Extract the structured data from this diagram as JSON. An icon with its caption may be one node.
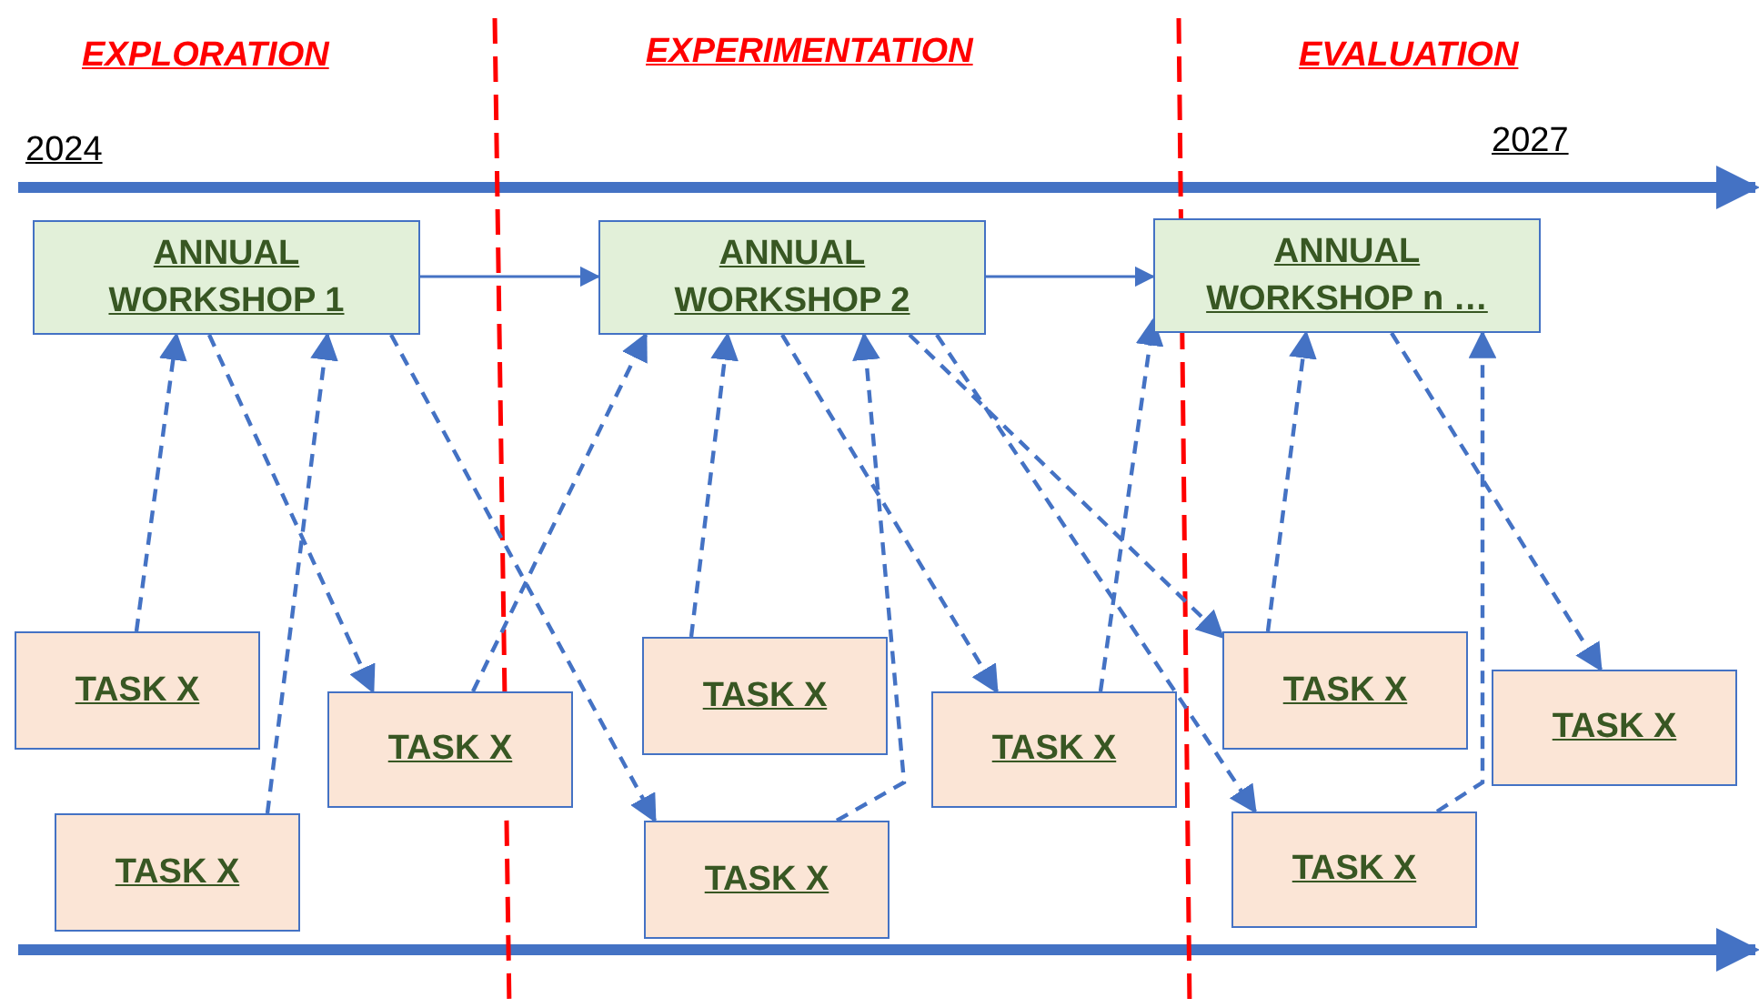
{
  "diagram": {
    "nodes": [
      {
        "text": [
          "ANNUAL WORKSHOP 1"
        ]
      },
      {
        "text": [
          "ANNUAL WORKSHOP 2"
        ]
      },
      {
        "text": [
          "ANNUAL WORKSHOP n …"
        ]
      },
      {
        "text": [
          "TASK X"
        ]
      },
      {
        "text": [
          "TASK X"
        ]
      },
      {
        "text": [
          "TASK X"
        ]
      },
      {
        "text": [
          "TASK X"
        ]
      },
      {
        "text": [
          "TASK X"
        ]
      },
      {
        "text": [
          "TASK X"
        ]
      },
      {
        "text": [
          "TASK X"
        ]
      },
      {
        "text": [
          "TASK X"
        ]
      },
      {
        "text": [
          "TASK X"
        ]
      }
    ],
    "edges": [
      {
        "from": 0,
        "to": 1,
        "arrow": "to"
      },
      {
        "from": 1,
        "to": 2,
        "arrow": "to"
      },
      {
        "from": 3,
        "to": 0,
        "arrow": "to",
        "style": "dashed"
      },
      {
        "from": 0,
        "to": 5,
        "arrow": "to",
        "style": "dashed"
      },
      {
        "from": 4,
        "to": 0,
        "arrow": "to",
        "style": "dashed"
      },
      {
        "from": 0,
        "to": 7,
        "arrow": "to",
        "style": "dashed"
      },
      {
        "from": 5,
        "to": 1,
        "arrow": "to",
        "style": "dashed"
      },
      {
        "from": 6,
        "to": 1,
        "arrow": "to",
        "style": "dashed"
      },
      {
        "from": 1,
        "to": 8,
        "arrow": "to",
        "style": "dashed"
      },
      {
        "from": 7,
        "to": 1,
        "arrow": "to",
        "style": "dashed"
      },
      {
        "from": 1,
        "to": 9,
        "arrow": "to",
        "style": "dashed"
      },
      {
        "from": 1,
        "to": 10,
        "arrow": "to",
        "style": "dashed"
      },
      {
        "from": 8,
        "to": 2,
        "arrow": "to",
        "style": "dashed"
      },
      {
        "from": 9,
        "to": 2,
        "arrow": "to",
        "style": "dashed"
      },
      {
        "from": 2,
        "to": 11,
        "arrow": "to",
        "style": "dashed"
      },
      {
        "from": 10,
        "to": 2,
        "arrow": "to",
        "style": "dashed"
      }
    ],
    "labels": [
      "EXPLORATION",
      "EXPERIMENTATION",
      "EVALUATION",
      "2024",
      "2027"
    ]
  }
}
